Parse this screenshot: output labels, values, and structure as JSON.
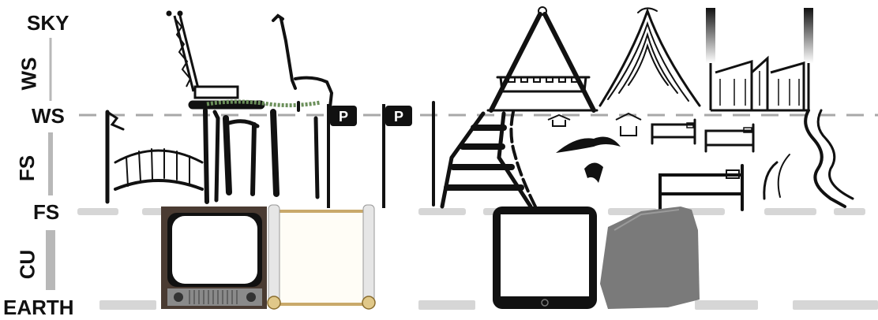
{
  "labels": {
    "sky": "SKY",
    "ws_span": "WS",
    "ws_line": "WS",
    "fs_span": "FS",
    "fs_line": "FS",
    "cu_span": "CU",
    "earth": "EARTH"
  },
  "parking_signs": [
    "P",
    "P"
  ],
  "colors": {
    "ink": "#111111",
    "gray_line": "#b8b8b8",
    "light_gray_bar": "#d6d6d6",
    "tv_frame": "#4a3b32",
    "scroll_paper": "#f4ecd3",
    "scroll_gold": "#c9a96a",
    "stone": "#7a7a7a",
    "hedge_green": "#6b8f5a"
  },
  "icons": [
    "crane-icon",
    "giraffe-icon",
    "parking-sign-icon",
    "rope-bridge-icon",
    "tent-tower-icon",
    "mountain-peak-icon",
    "factory-icon",
    "stairs-icon",
    "fish-icon",
    "bird-icon",
    "bed-icon",
    "river-icon",
    "television-icon",
    "scroll-icon",
    "tablet-icon",
    "stone-tablet-icon"
  ]
}
